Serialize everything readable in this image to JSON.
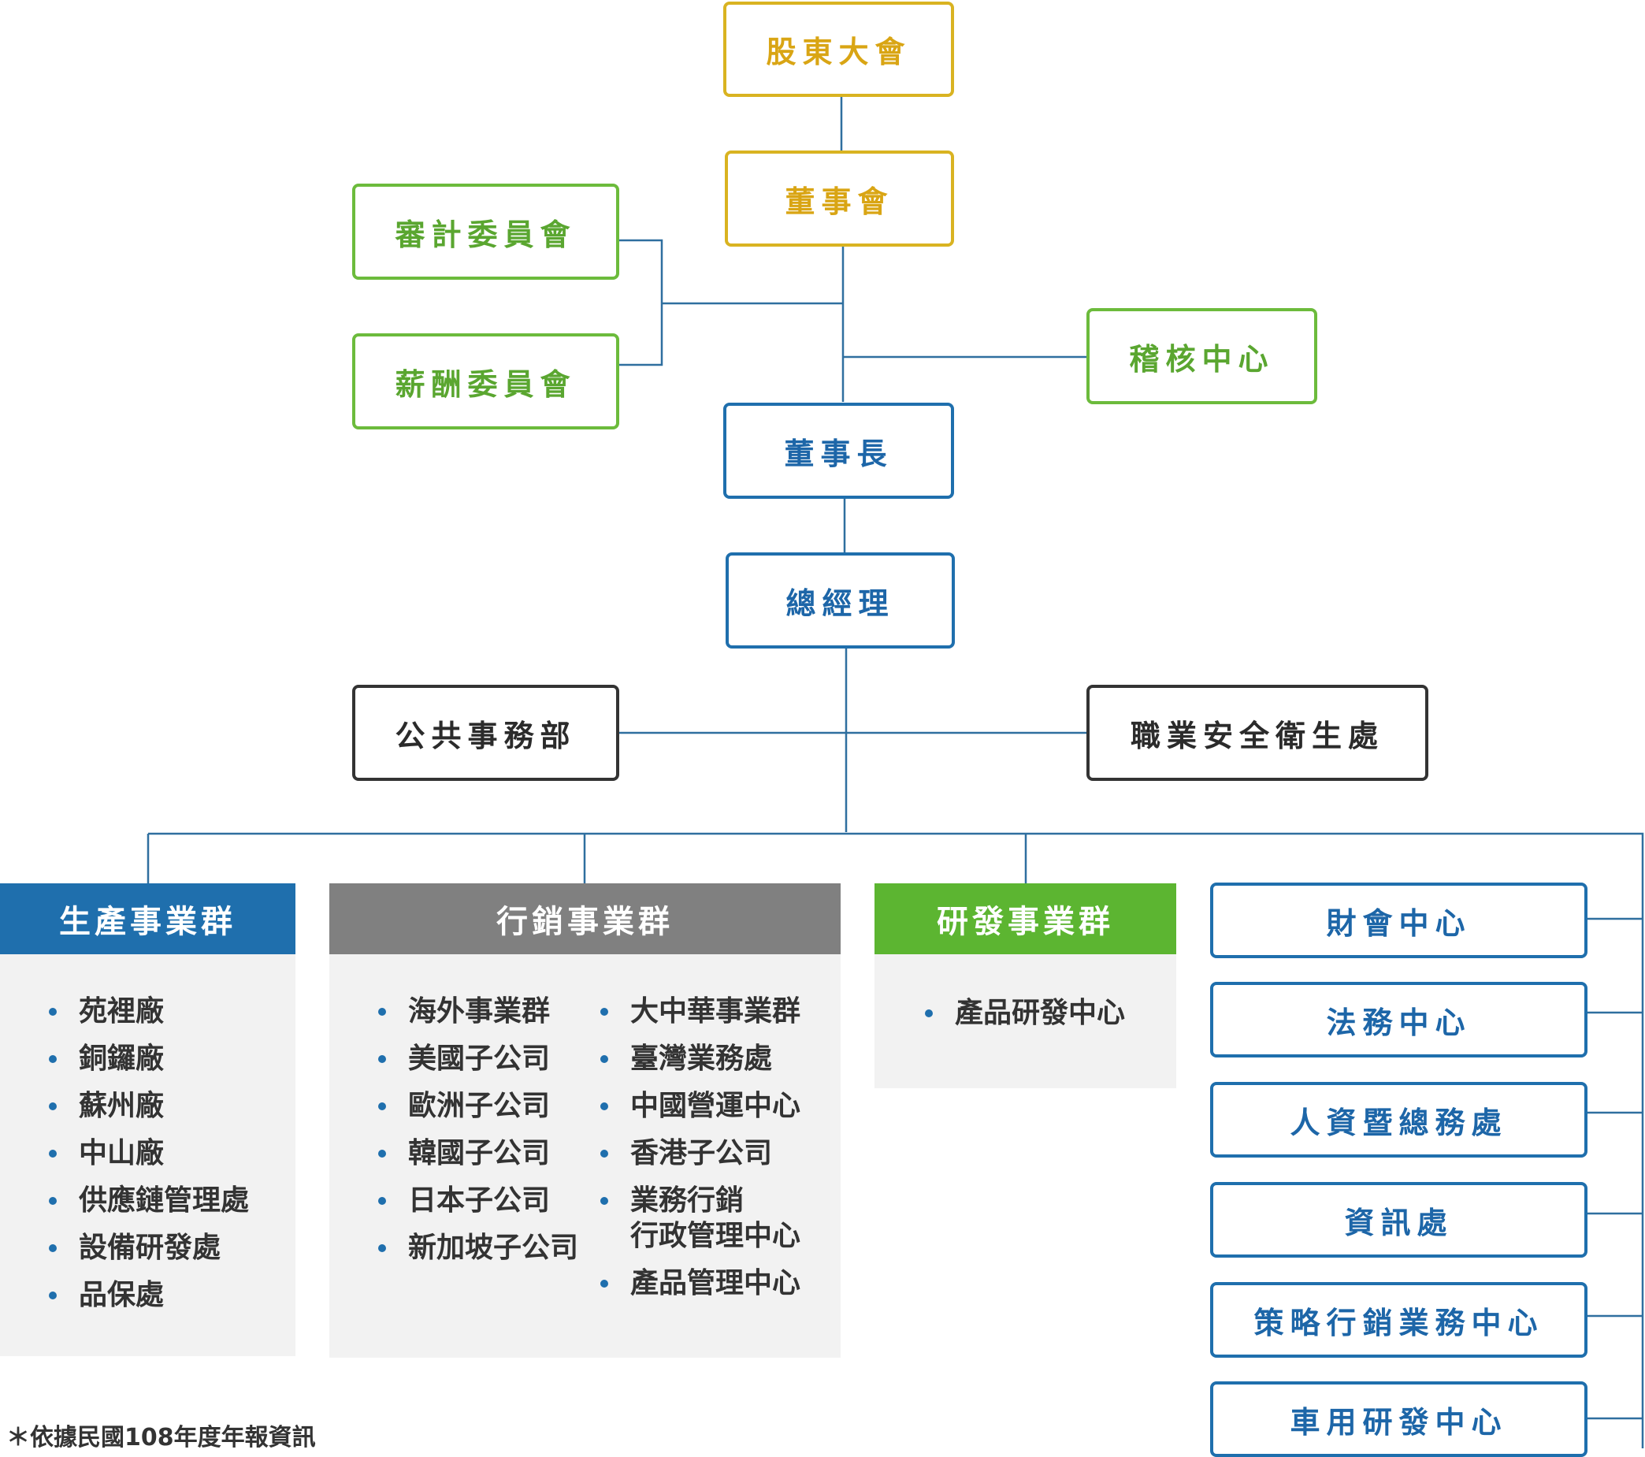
{
  "governance": {
    "shareholders": "股東大會",
    "board": "董事會",
    "audit_committee": "審計委員會",
    "remuneration_committee": "薪酬委員會",
    "internal_audit": "稽核中心",
    "chairman": "董事長",
    "president": "總經理"
  },
  "staff": {
    "public_affairs": "公共事務部",
    "occupational_safety": "職業安全衛生處"
  },
  "groups": {
    "production": {
      "title": "生產事業群",
      "items": [
        "苑裡廠",
        "銅鑼廠",
        "蘇州廠",
        "中山廠",
        "供應鏈管理處",
        "設備研發處",
        "品保處"
      ]
    },
    "marketing": {
      "title": "行銷事業群",
      "items_left": [
        "海外事業群",
        "美國子公司",
        "歐洲子公司",
        "韓國子公司",
        "日本子公司",
        "新加坡子公司"
      ],
      "items_right": [
        "大中華事業群",
        "臺灣業務處",
        "中國營運中心",
        "香港子公司",
        "業務行銷\n行政管理中心",
        "產品管理中心"
      ]
    },
    "rnd": {
      "title": "研發事業群",
      "items": [
        "產品研發中心"
      ]
    }
  },
  "centers": [
    "財會中心",
    "法務中心",
    "人資暨總務處",
    "資訊處",
    "策略行銷業務中心",
    "車用研發中心"
  ],
  "colors": {
    "gold": "#d9b321",
    "green": "#6cbb3c",
    "blue": "#1f6fad",
    "production_header": "#1f6fad",
    "marketing_header": "#808080",
    "rnd_header": "#5cb531",
    "connector": "#2f6f9f"
  },
  "footnote": "＊依據民國108年度年報資訊"
}
